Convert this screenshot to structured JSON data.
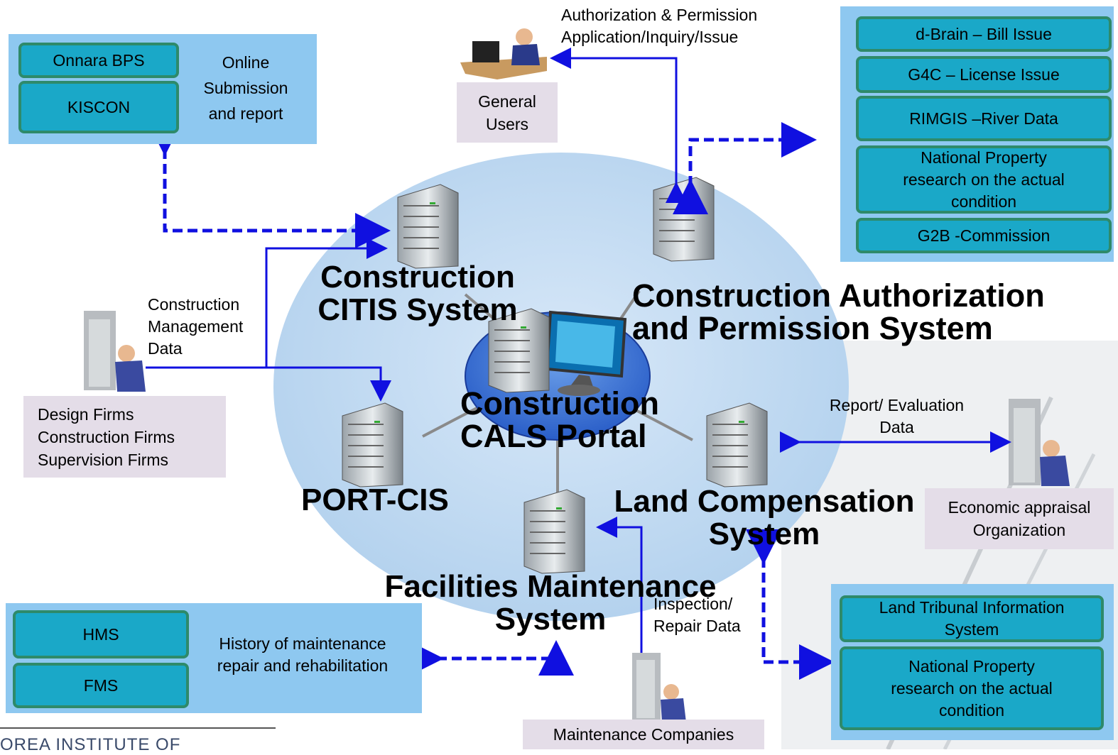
{
  "top_left": {
    "items": [
      "Onnara BPS",
      "KISCON"
    ],
    "caption": "Online\nSubmission\nand report"
  },
  "top_right": {
    "items": [
      "d-Brain – Bill Issue",
      "G4C – License Issue",
      "RIMGIS –River Data",
      "National Property\nresearch on the actual\ncondition",
      "G2B -Commission"
    ]
  },
  "bottom_left": {
    "items": [
      "HMS",
      "FMS"
    ],
    "caption": "History of maintenance\nrepair and rehabilitation"
  },
  "bottom_right": {
    "items": [
      "Land Tribunal Information\nSystem",
      "National Property\nresearch on the actual\ncondition"
    ]
  },
  "actors": {
    "general_users": "General\nUsers",
    "firms": "Design Firms\nConstruction Firms\nSupervision Firms",
    "economic": "Economic appraisal\nOrganization",
    "maintenance": "Maintenance Companies"
  },
  "flows": {
    "authorization": "Authorization & Permission\nApplication/Inquiry/Issue",
    "construction_mgmt": "Construction\nManagement\nData",
    "report_eval": "Report/ Evaluation\nData",
    "inspection": "Inspection/\nRepair Data"
  },
  "systems": {
    "citis": "Construction\nCITIS System",
    "auth": "Construction Authorization\nand Permission System",
    "portal": "Construction\nCALS Portal",
    "port": "PORT-CIS",
    "land": "Land Compensation\nSystem",
    "facilities": "Facilities Maintenance\nSystem"
  },
  "footer": "OREA INSTITUTE OF",
  "colors": {
    "panel": "#8ec8f0",
    "pill": "#1aa8c8",
    "pill_border": "#2e8a6a",
    "arrow": "#1010e0",
    "circle": "#c2dcf2",
    "label_box": "#e4dde8"
  }
}
